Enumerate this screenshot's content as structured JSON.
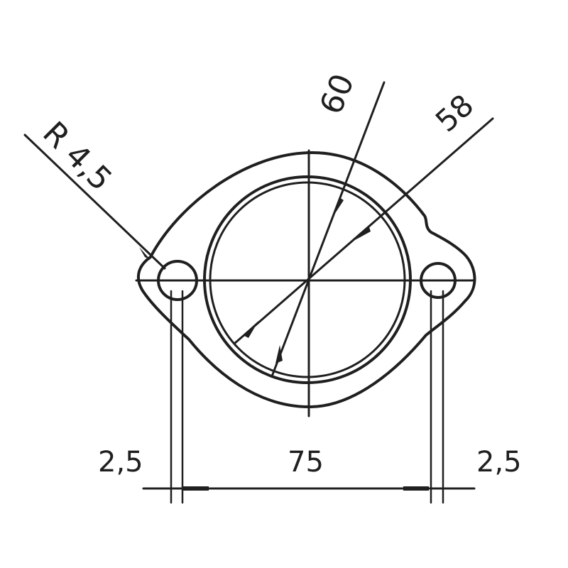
{
  "drawing": {
    "stroke_color": "#1f1f1f",
    "background_color": "#ffffff",
    "labels": {
      "radius": "R 4,5",
      "outer_diameter": "60",
      "inner_diameter": "58",
      "hole_left_offset": "2,5",
      "bolt_spacing": "75",
      "hole_right_offset": "2,5"
    }
  }
}
